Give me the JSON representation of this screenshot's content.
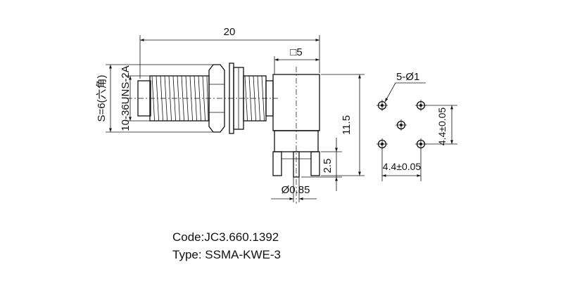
{
  "dimensions": {
    "overall_length": "20",
    "square_size": "□5",
    "height": "11.5",
    "pin_length": "2.5",
    "pin_diameter": "Ø0.85",
    "hex_size": "S=6(六角)",
    "thread": "10-36UNS-2A",
    "hole_callout": "5-Ø1",
    "pitch_vertical": "4.4±0.05",
    "pitch_horizontal": "4.4±0.05"
  },
  "caption": {
    "code": "Code:JC3.660.1392",
    "type": "Type: SSMA-KWE-3"
  }
}
